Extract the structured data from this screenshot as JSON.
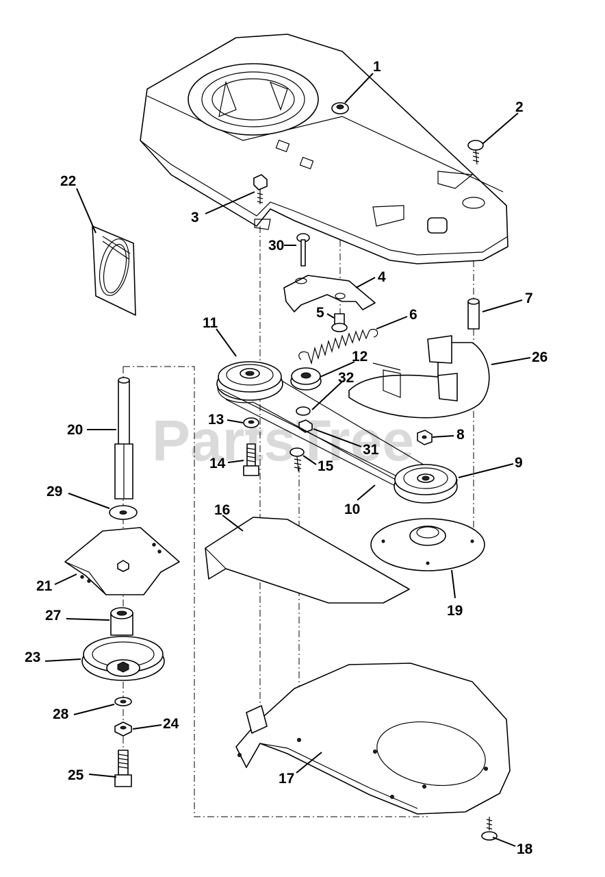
{
  "watermark": "PartsTree",
  "callouts": [
    "1",
    "2",
    "3",
    "4",
    "5",
    "6",
    "7",
    "8",
    "9",
    "10",
    "11",
    "12",
    "13",
    "14",
    "15",
    "16",
    "17",
    "18",
    "19",
    "20",
    "21",
    "22",
    "23",
    "24",
    "25",
    "26",
    "27",
    "28",
    "29",
    "30",
    "31",
    "32"
  ]
}
